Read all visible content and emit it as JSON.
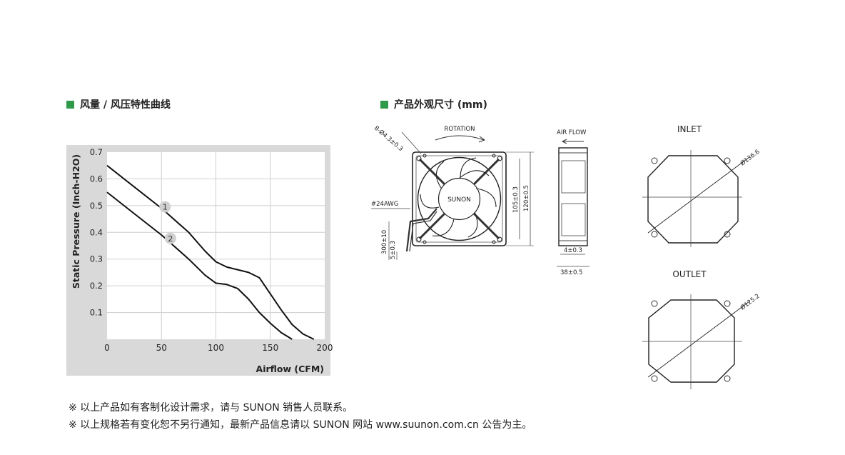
{
  "headings": {
    "curve": "风量 / 风压特性曲线",
    "dimensions": "产品外观尺寸 (mm)"
  },
  "chart_data": {
    "type": "line",
    "title": "",
    "xlabel": "Airflow (CFM)",
    "ylabel": "Static Pressure (Inch-H2O)",
    "xlim": [
      0,
      200
    ],
    "ylim": [
      0,
      0.7
    ],
    "x_ticks": [
      "0",
      "50",
      "100",
      "150",
      "200"
    ],
    "y_ticks": [
      "0.1",
      "0.2",
      "0.3",
      "0.4",
      "0.5",
      "0.6",
      "0.7"
    ],
    "grid": true,
    "series": [
      {
        "name": "1",
        "points": [
          [
            0,
            0.65
          ],
          [
            25,
            0.57
          ],
          [
            50,
            0.49
          ],
          [
            75,
            0.4
          ],
          [
            90,
            0.33
          ],
          [
            100,
            0.29
          ],
          [
            110,
            0.27
          ],
          [
            130,
            0.25
          ],
          [
            140,
            0.23
          ],
          [
            150,
            0.17
          ],
          [
            160,
            0.11
          ],
          [
            170,
            0.055
          ],
          [
            180,
            0.02
          ],
          [
            190,
            0.0
          ]
        ]
      },
      {
        "name": "2",
        "points": [
          [
            0,
            0.55
          ],
          [
            25,
            0.47
          ],
          [
            50,
            0.39
          ],
          [
            75,
            0.3
          ],
          [
            90,
            0.24
          ],
          [
            100,
            0.21
          ],
          [
            110,
            0.205
          ],
          [
            120,
            0.19
          ],
          [
            130,
            0.15
          ],
          [
            140,
            0.1
          ],
          [
            150,
            0.06
          ],
          [
            160,
            0.025
          ],
          [
            170,
            0.0
          ]
        ]
      }
    ],
    "color": "#111111",
    "panel_color": "#d9d9d9"
  },
  "drawing": {
    "hole_label": "8-Ø4.3±0.3",
    "rotation": "ROTATION",
    "brand": "SUNON",
    "wire": "#24AWG",
    "lead_length": "300±10",
    "strip_length": "5±0.3",
    "dim_hole_pitch": "105±0.3",
    "dim_frame": "120±0.5",
    "airflow": "AIR FLOW",
    "dim_flange": "4±0.3",
    "dim_depth": "38±0.5",
    "inlet_label": "INLET",
    "inlet_dia": "Ø136.6",
    "outlet_label": "OUTLET",
    "outlet_dia": "Ø125.2"
  },
  "notes": [
    "※ 以上产品如有客制化设计需求，请与 SUNON 销售人员联系。",
    "※ 以上规格若有变化恕不另行通知，最新产品信息请以 SUNON 网站 www.suunon.com.cn 公告为主。"
  ]
}
